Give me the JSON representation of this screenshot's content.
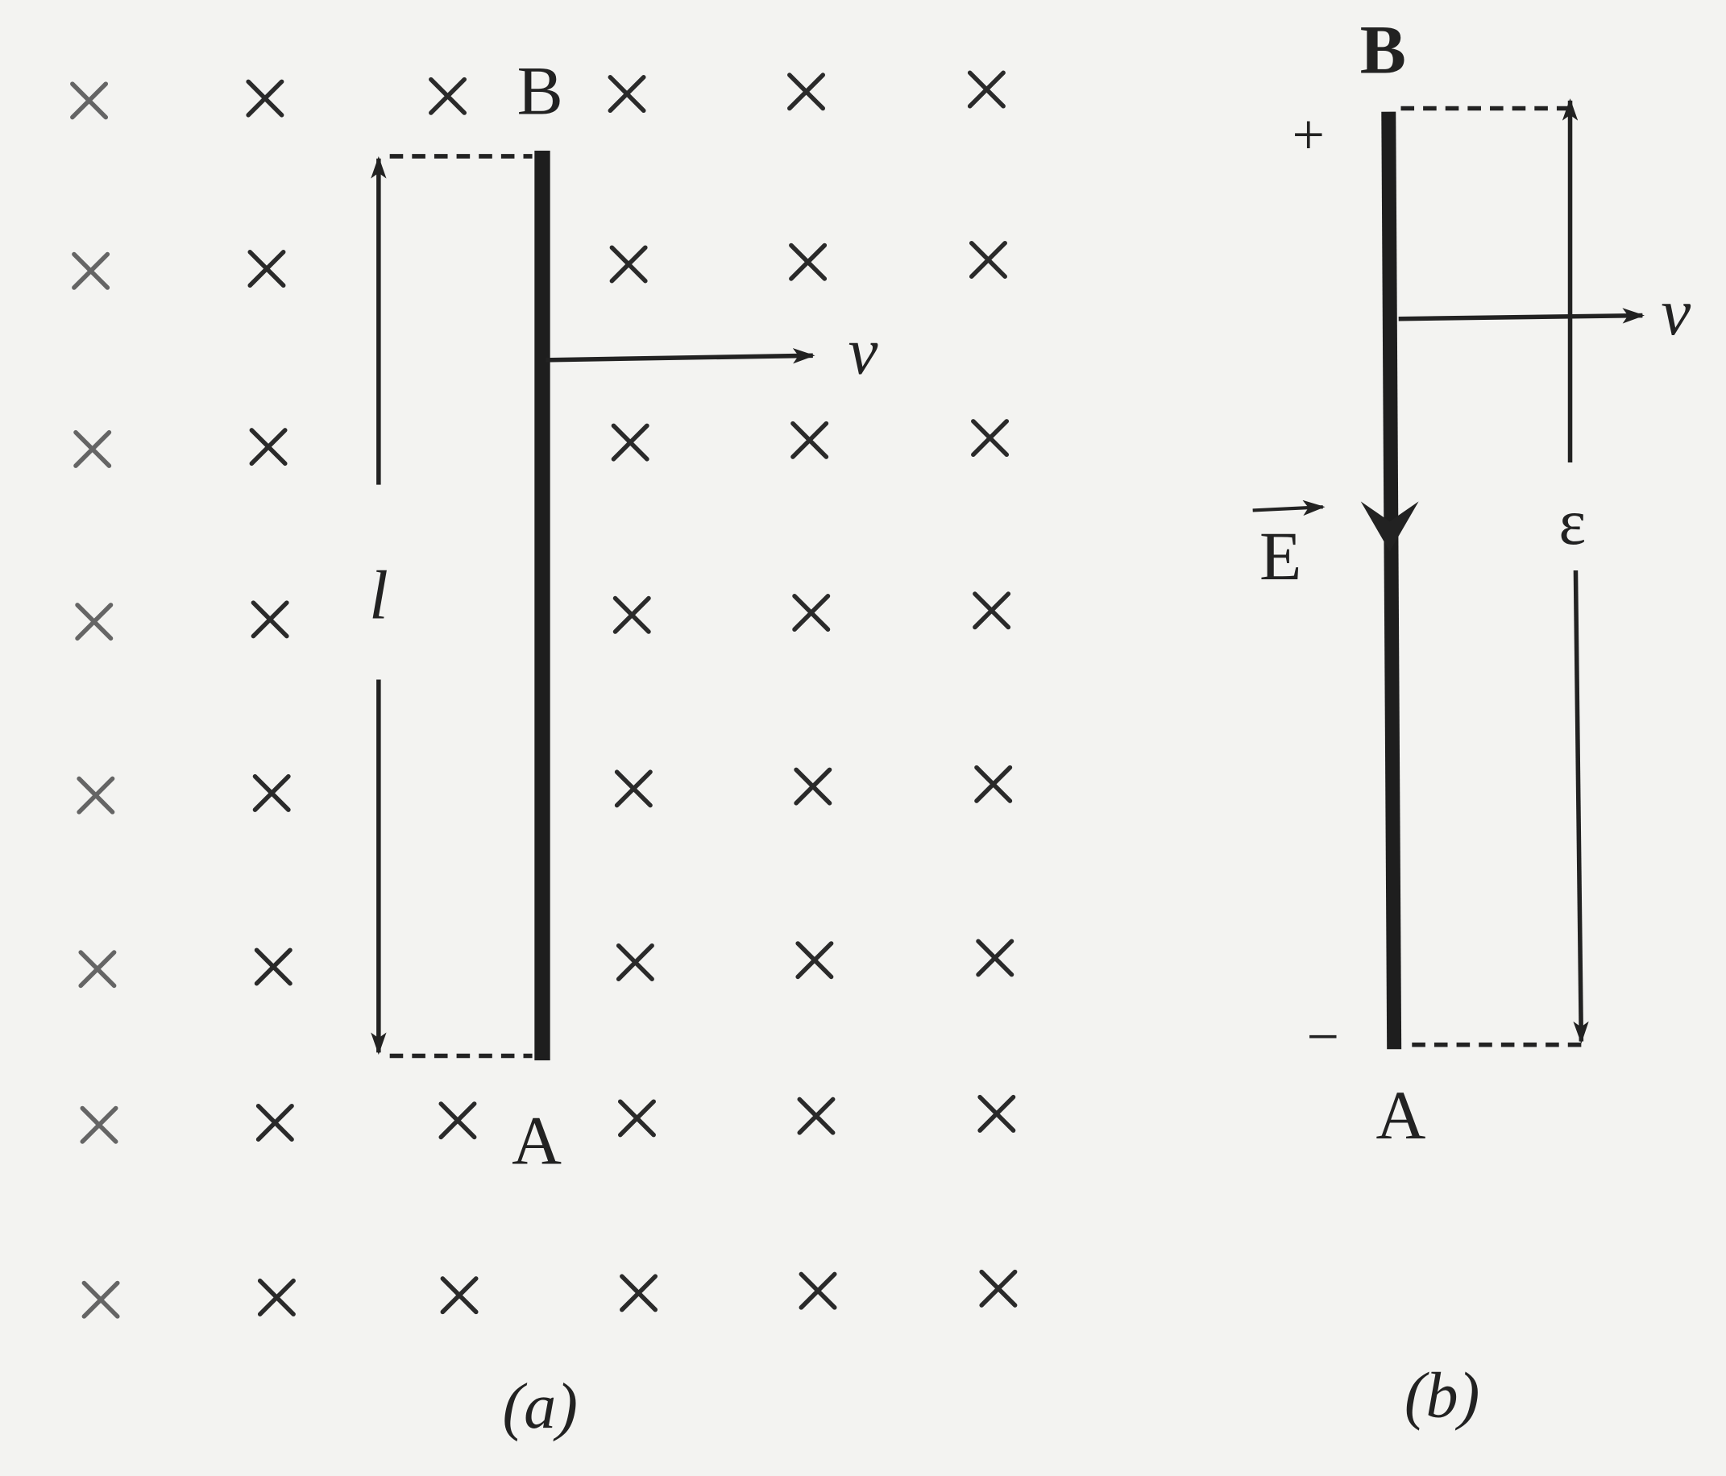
{
  "figure_a": {
    "caption": "(a)",
    "top_label": "B",
    "bottom_label": "A",
    "length_label": "l",
    "velocity_label": "v",
    "field_symbol": "×",
    "field_grid": {
      "rows": 8,
      "columns": 6
    }
  },
  "figure_b": {
    "caption": "(b)",
    "top_label": "B",
    "bottom_label": "A",
    "plus_sign": "+",
    "minus_sign": "−",
    "field_label": "E",
    "emf_label": "ε",
    "velocity_label": "v"
  },
  "colors": {
    "ink": "#222222",
    "paper": "#f3f3f1"
  }
}
